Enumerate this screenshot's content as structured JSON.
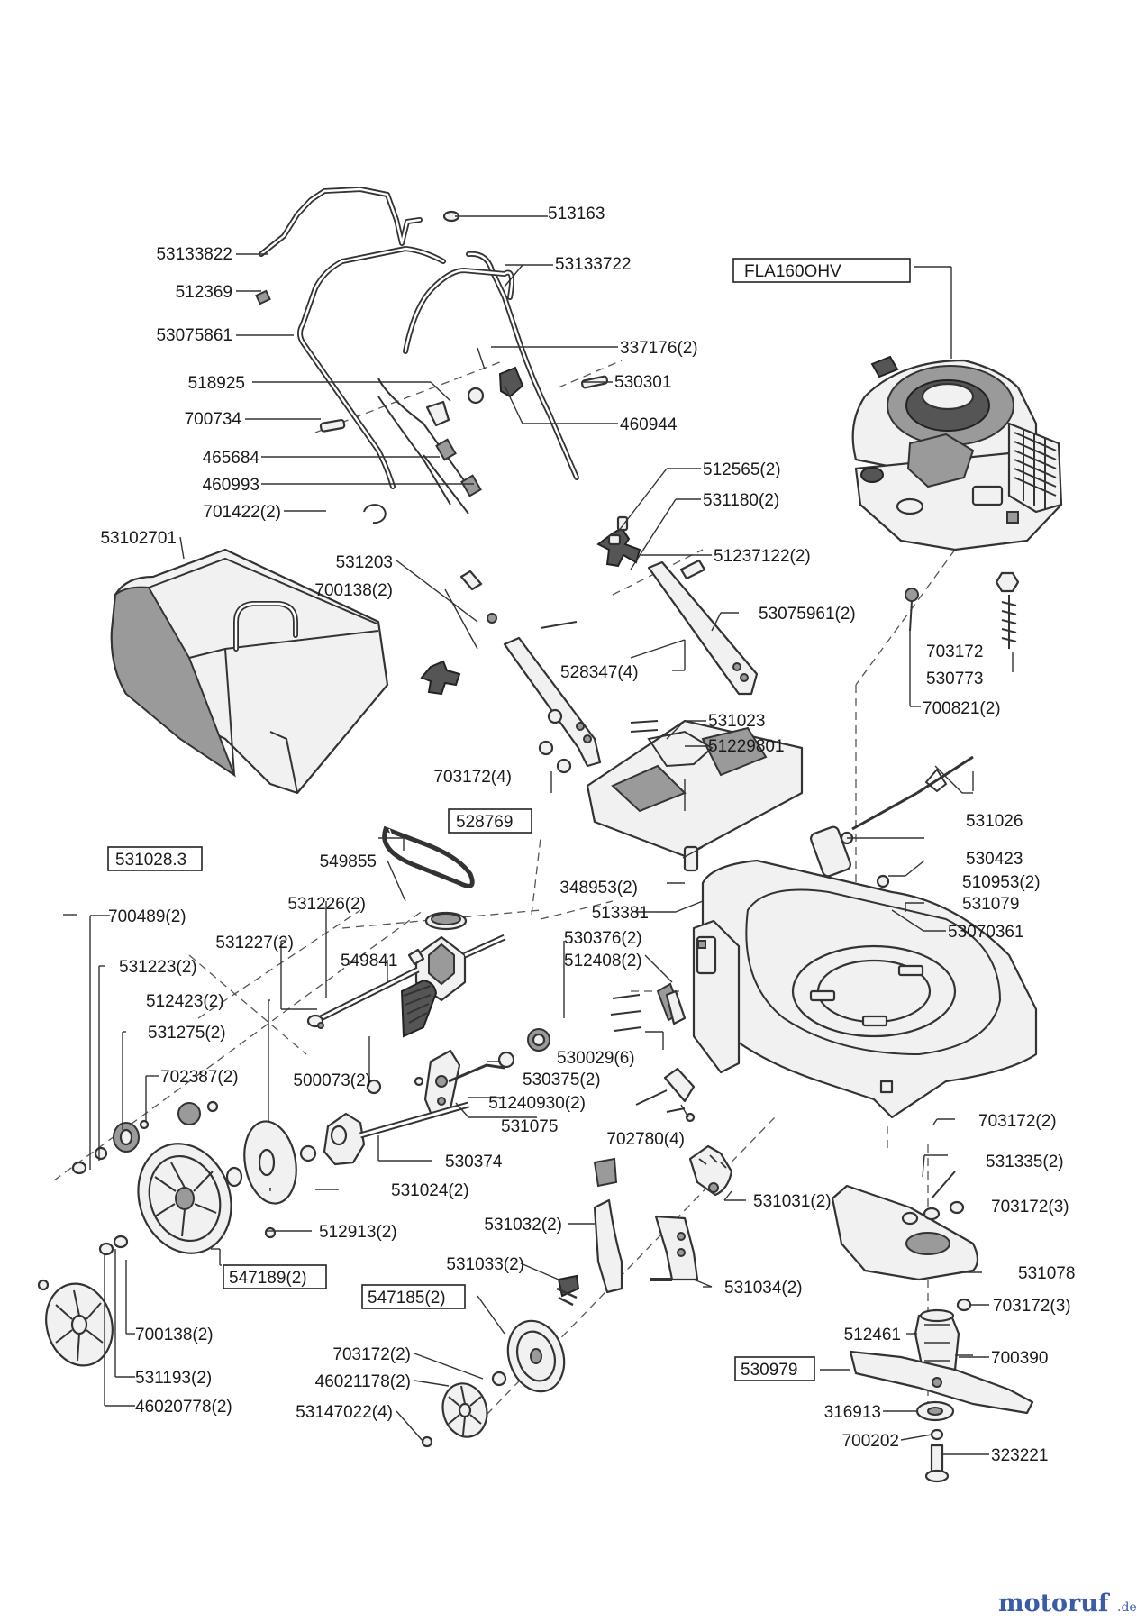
{
  "logo": {
    "brand": "motoruf",
    "suffix": ".de"
  },
  "engine_box_label": "FLA160OHV",
  "labels": {
    "p513163": "513163",
    "p53133822": "53133822",
    "p53133722": "53133722",
    "p512369": "512369",
    "p53075861": "53075861",
    "p337176": "337176(2)",
    "p518925": "518925",
    "p530301": "530301",
    "p700734": "700734",
    "p460944": "460944",
    "p465684": "465684",
    "p460993": "460993",
    "p701422": "701422(2)",
    "p512565": "512565(2)",
    "p531180": "531180(2)",
    "p53102701": "53102701",
    "p531203": "531203",
    "p51237122": "51237122(2)",
    "p700138a": "700138(2)",
    "p53075961": "53075961(2)",
    "p703172a": "703172",
    "p530773": "530773",
    "p528347": "528347(4)",
    "p700821": "700821(2)",
    "p531023": "531023",
    "p51229801": "51229801",
    "p703172b": "703172(4)",
    "p531026": "531026",
    "p528769": "528769",
    "p531028": "531028.3",
    "p530423": "530423",
    "p549855": "549855",
    "p510953": "510953(2)",
    "p348953": "348953(2)",
    "p531079": "531079",
    "p513381": "513381",
    "p531226": "531226(2)",
    "p700489": "700489(2)",
    "p530376": "530376(2)",
    "p53070361": "53070361",
    "p531227": "531227(2)",
    "p549841": "549841",
    "p512408": "512408(2)",
    "p531223": "531223(2)",
    "p512423": "512423(2)",
    "p530029": "530029(6)",
    "p531275": "531275(2)",
    "p500073": "500073(2)",
    "p530375": "530375(2)",
    "p702387": "702387(2)",
    "p51240930": "51240930(2)",
    "p531075": "531075",
    "p703172c": "703172(2)",
    "p702780": "702780(4)",
    "p530374": "530374",
    "p531335": "531335(2)",
    "p531024": "531024(2)",
    "p531031": "531031(2)",
    "p703172d": "703172(3)",
    "p531032": "531032(2)",
    "p512913": "512913(2)",
    "p531078": "531078",
    "p547189": "547189(2)",
    "p531033": "531033(2)",
    "p531034": "531034(2)",
    "p547185": "547185(2)",
    "p703172e": "703172(3)",
    "p700138b": "700138(2)",
    "p512461": "512461",
    "p703172f": "703172(2)",
    "p700390": "700390",
    "p531193": "531193(2)",
    "p530979": "530979",
    "p46021178": "46021178(2)",
    "p316913": "316913",
    "p46020778": "46020778(2)",
    "p53147022": "53147022(4)",
    "p700202": "700202",
    "p323221": "323221"
  }
}
